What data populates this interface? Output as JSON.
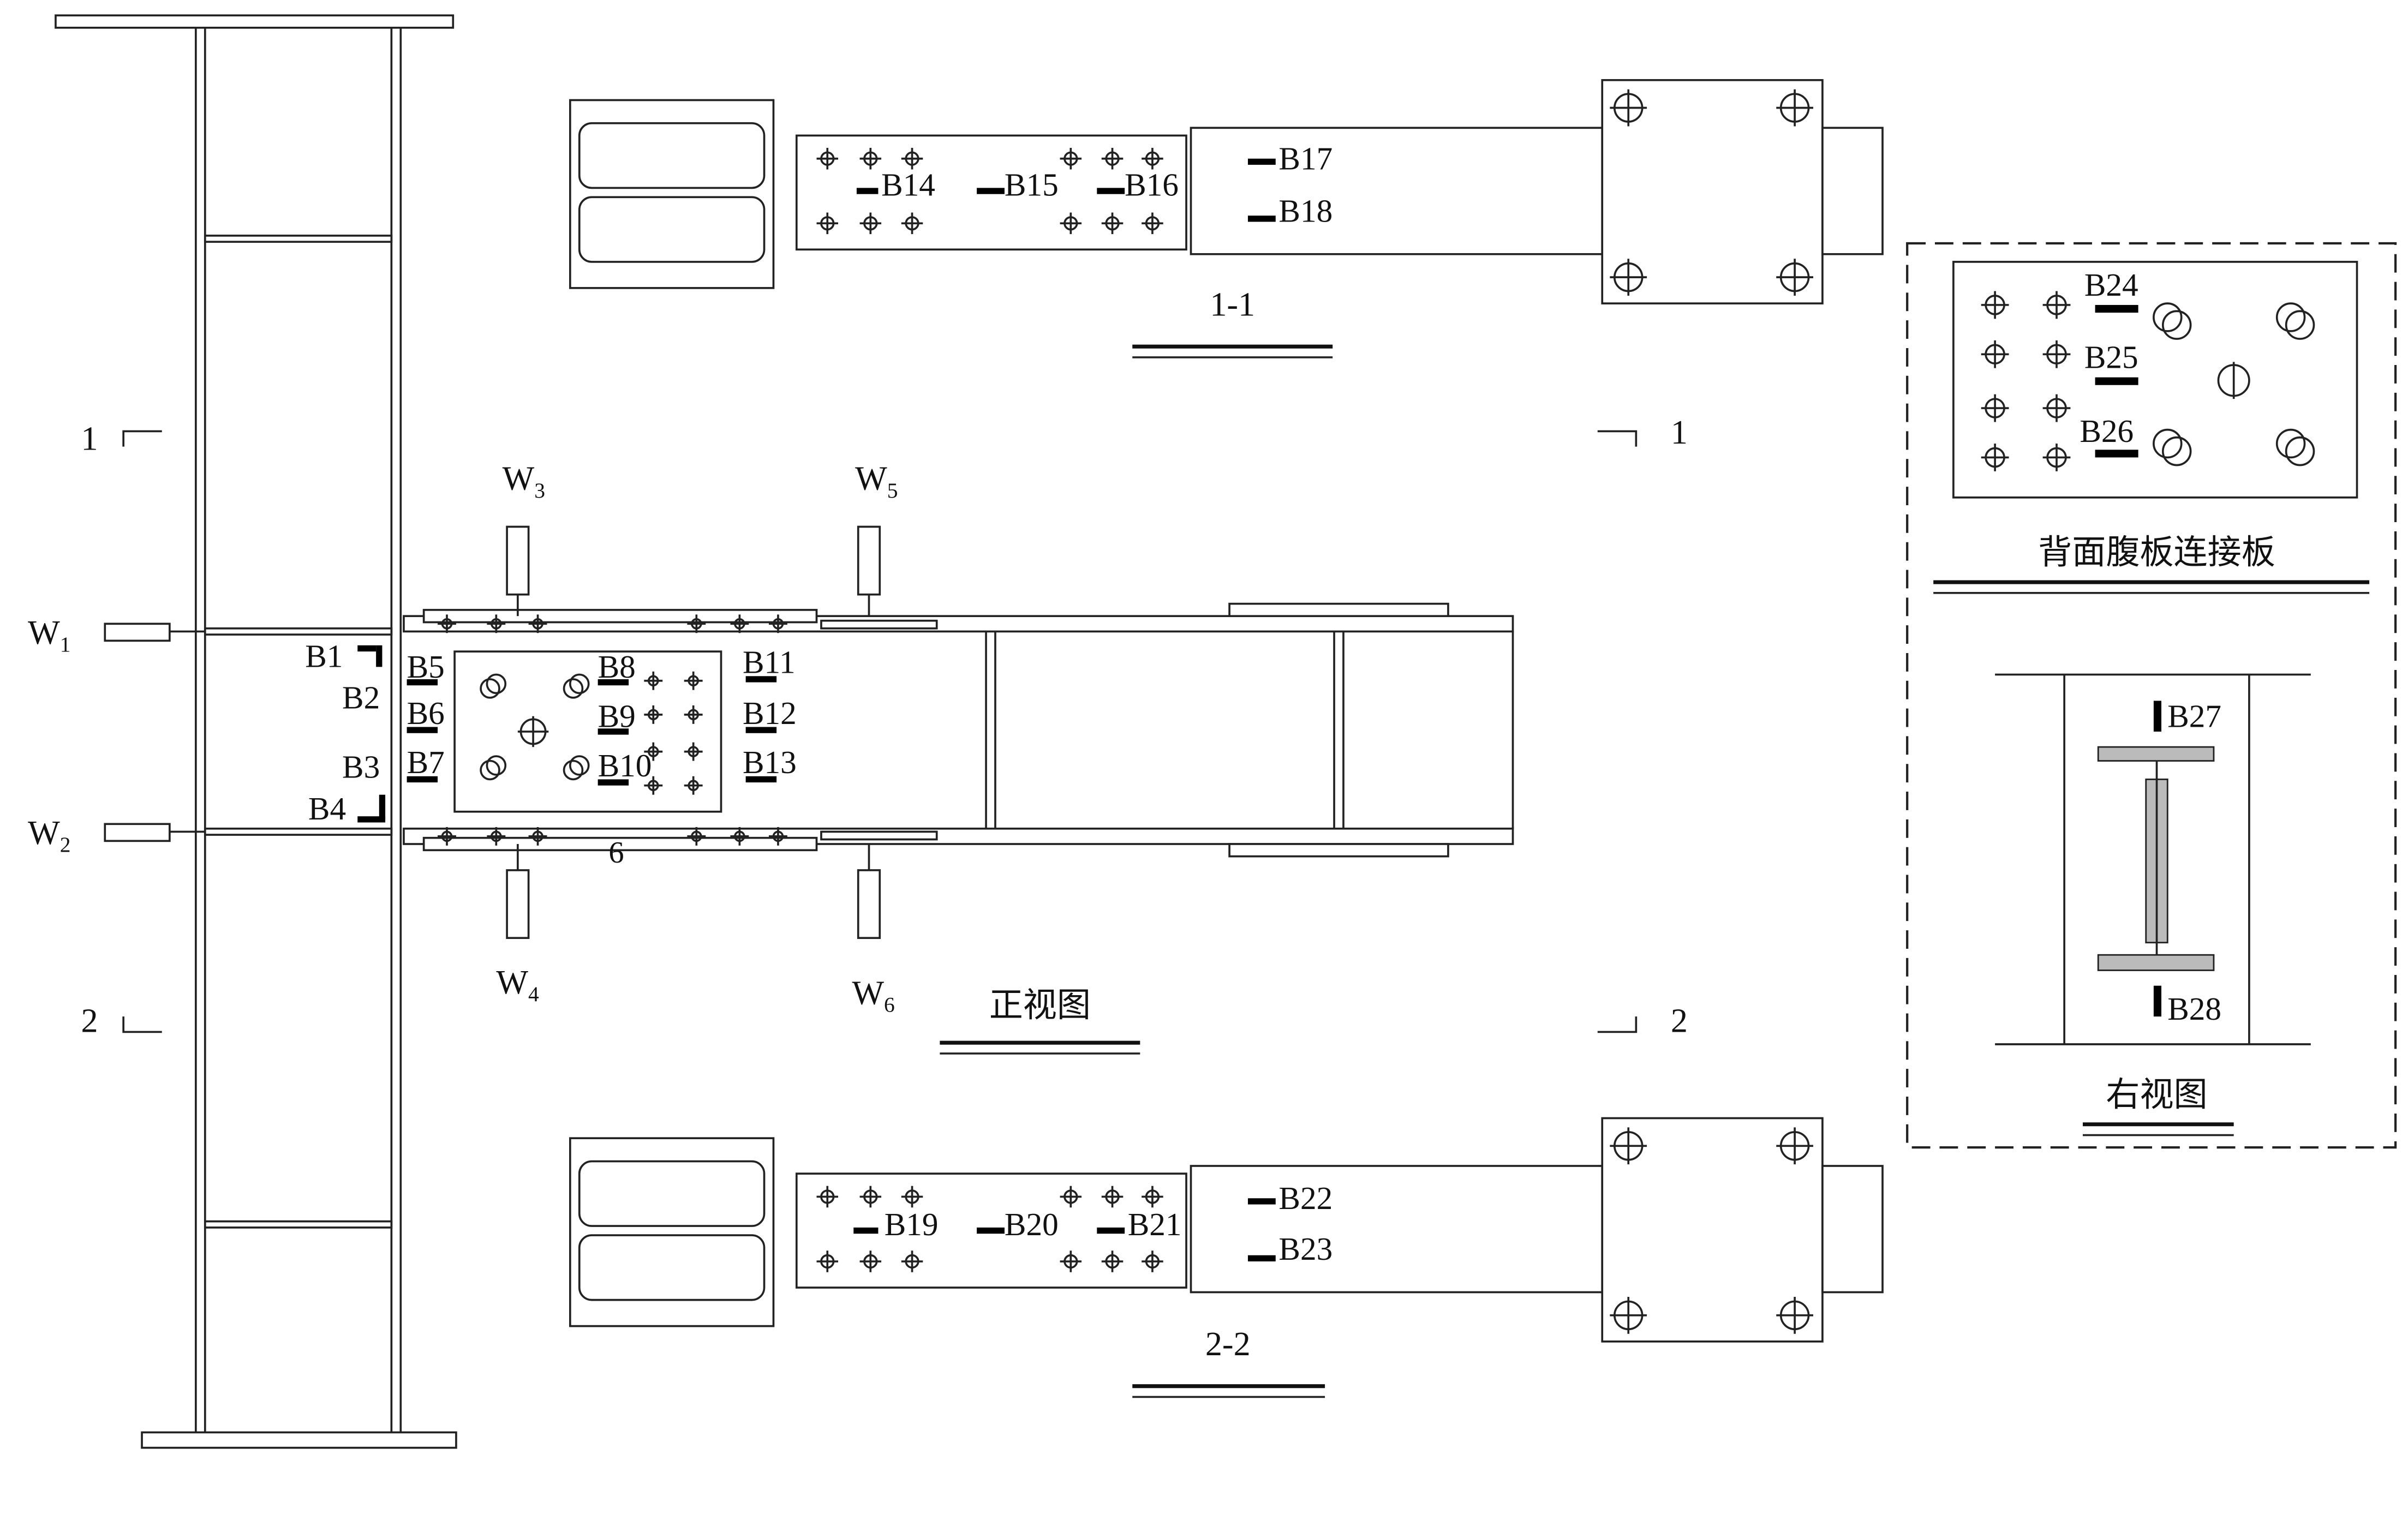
{
  "views": {
    "front_title": "正视图",
    "section_1_title": "1-1",
    "section_2_title": "2-2",
    "back_plate_title": "背面腹板连接板",
    "right_title": "右视图",
    "section_marker_1": "1",
    "section_marker_2": "2",
    "weld_note": "6"
  },
  "displacement_gauges": [
    {
      "main": "W",
      "sub": "1"
    },
    {
      "main": "W",
      "sub": "2"
    },
    {
      "main": "W",
      "sub": "3"
    },
    {
      "main": "W",
      "sub": "4"
    },
    {
      "main": "W",
      "sub": "5"
    },
    {
      "main": "W",
      "sub": "6"
    }
  ],
  "strain_gauges": [
    "B1",
    "B2",
    "B3",
    "B4",
    "B5",
    "B6",
    "B7",
    "B8",
    "B9",
    "B10",
    "B11",
    "B12",
    "B13",
    "B14",
    "B15",
    "B16",
    "B17",
    "B18",
    "B19",
    "B20",
    "B21",
    "B22",
    "B23",
    "B24",
    "B25",
    "B26",
    "B27",
    "B28"
  ]
}
